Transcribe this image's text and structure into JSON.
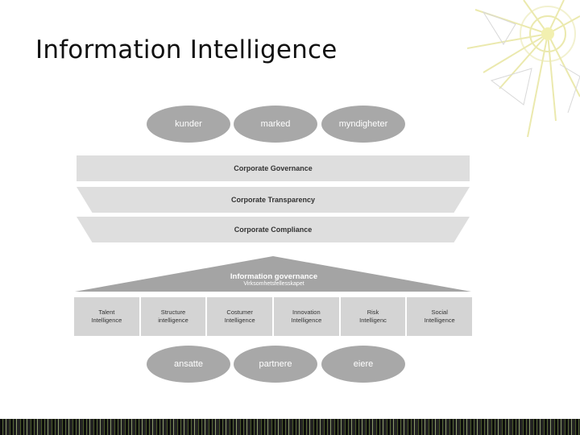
{
  "slide": {
    "title": "Information Intelligence"
  },
  "top_ellipses": [
    "kunder",
    "marked",
    "myndigheter"
  ],
  "bands": {
    "governance": "Corporate Governance",
    "transparency": "Corporate Transparency",
    "compliance": "Corporate Compliance"
  },
  "triangle": {
    "title": "Information governance",
    "subtitle": "Virksomhetsfellesskapet"
  },
  "boxes": [
    {
      "line1": "Talent",
      "line2": "Intelligence"
    },
    {
      "line1": "Structure",
      "line2": "intelligence"
    },
    {
      "line1": "Costumer",
      "line2": "Intelligence"
    },
    {
      "line1": "Innovation",
      "line2": "Intelligence"
    },
    {
      "line1": "Risk",
      "line2": "Intelligenc"
    },
    {
      "line1": "Social",
      "line2": "Intelligence"
    }
  ],
  "bottom_ellipses": [
    "ansatte",
    "partnere",
    "eiere"
  ],
  "colors": {
    "ellipse": "#a8a8a8",
    "band": "#dedede",
    "box": "#d4d4d4",
    "triangle": "#a4a4a4"
  },
  "decoration": {
    "icon": "sun-burst-icon"
  }
}
